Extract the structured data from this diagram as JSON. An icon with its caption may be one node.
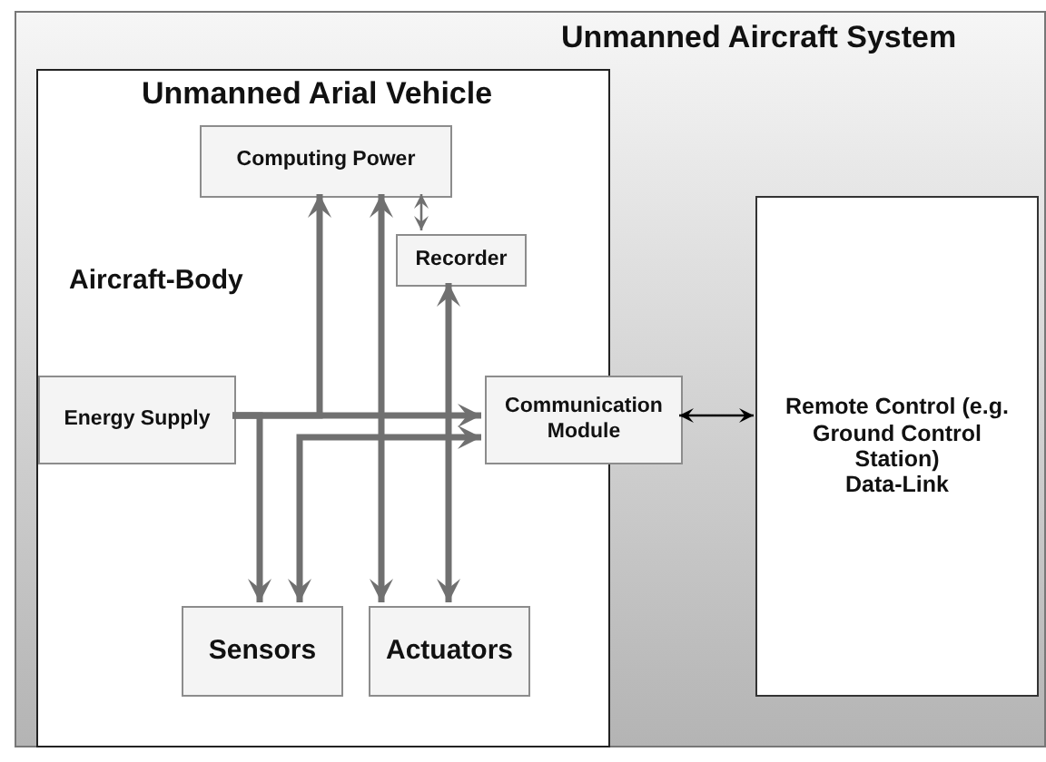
{
  "diagram": {
    "nodes": [
      {
        "text": [
          "Unmanned Aircraft System"
        ]
      },
      {
        "text": [
          "Unmanned Arial Vehicle"
        ],
        "in": 0
      },
      {
        "text": [
          "Computing Power"
        ],
        "in": 1
      },
      {
        "text": [
          "Recorder"
        ],
        "in": 1
      },
      {
        "text": [
          "Energy Supply"
        ],
        "in": 1
      },
      {
        "text": [
          "Communication Module"
        ],
        "in": 1
      },
      {
        "text": [
          "Sensors"
        ],
        "in": 1
      },
      {
        "text": [
          "Actuators"
        ],
        "in": 1
      },
      {
        "text": [
          "Remote Control (e.g. Ground Control Station)",
          "Data-Link"
        ],
        "in": 0
      }
    ],
    "edges": [
      {
        "from": 4,
        "to": 5,
        "arrow": "to"
      },
      {
        "from": 4,
        "to": 2,
        "arrow": "to"
      },
      {
        "from": 4,
        "to": 6,
        "arrow": "to"
      },
      {
        "from": 5,
        "to": 6,
        "arrow": "both"
      },
      {
        "from": 2,
        "to": 7,
        "arrow": "both"
      },
      {
        "from": 3,
        "to": 7,
        "arrow": "both"
      },
      {
        "from": 2,
        "to": 3,
        "arrow": "both"
      },
      {
        "from": 5,
        "to": 8,
        "arrow": "both",
        "color": "#000000"
      }
    ],
    "labels": [
      "Aircraft-Body"
    ]
  }
}
